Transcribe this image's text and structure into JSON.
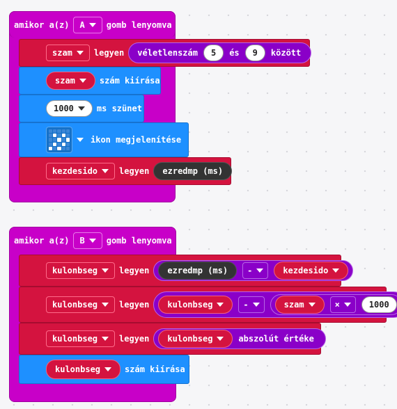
{
  "colors": {
    "hat": "#c800c8",
    "variables": "#d4133f",
    "basic": "#1e90ff",
    "math": "#8a00c8",
    "input_dark": "#333333"
  },
  "block1": {
    "event_prefix": "amikor a(z)",
    "event_button": "A",
    "event_suffix": "gomb lenyomva",
    "set_var": "szam",
    "legyen": "legyen",
    "random_label": "véletlenszám",
    "random_min": "5",
    "random_and": "és",
    "random_max": "9",
    "random_suffix": "között",
    "show_var": "szam",
    "show_label": "szám kiírása",
    "pause_value": "1000",
    "pause_label": "ms szünet",
    "show_icon_label": "ikon megjelenítése",
    "icon_name": "confused-icon",
    "set_var2": "kezdesido",
    "legyen2": "legyen",
    "millis_label": "ezredmp (ms)"
  },
  "block2": {
    "event_prefix": "amikor a(z)",
    "event_button": "B",
    "event_suffix": "gomb lenyomva",
    "row1": {
      "var": "kulonbseg",
      "legyen": "legyen",
      "left": "ezredmp (ms)",
      "op": "-",
      "right": "kezdesido"
    },
    "row2": {
      "var": "kulonbseg",
      "legyen": "legyen",
      "left": "kulonbseg",
      "op": "-",
      "inner_left": "szam",
      "inner_op": "×",
      "inner_right": "1000"
    },
    "row3": {
      "var": "kulonbseg",
      "legyen": "legyen",
      "arg": "kulonbseg",
      "func": "abszolút értéke"
    },
    "row4": {
      "var": "kulonbseg",
      "label": "szám kiírása"
    }
  }
}
